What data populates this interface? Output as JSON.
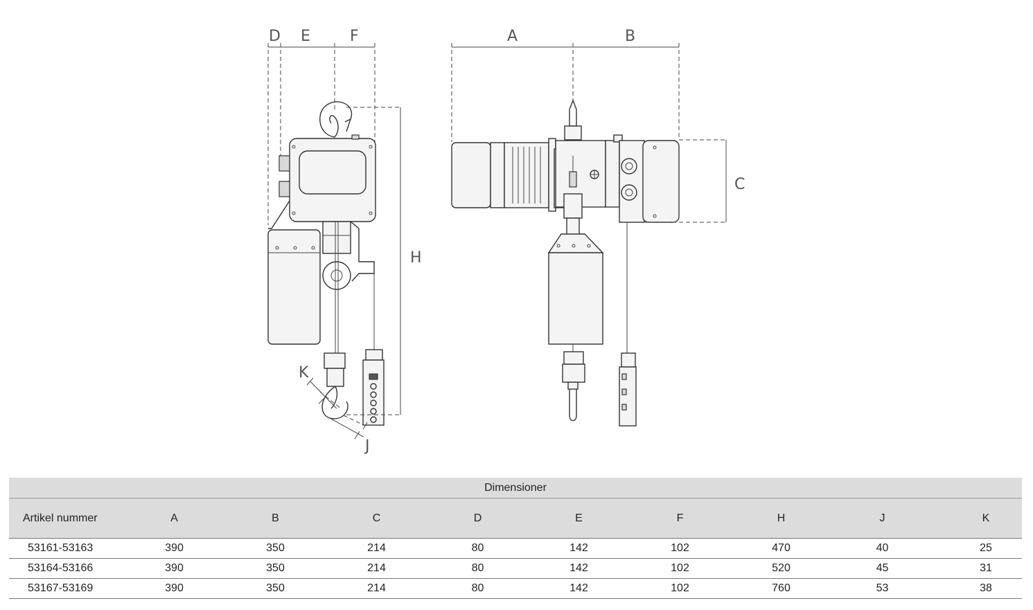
{
  "diagram": {
    "labels": {
      "D": "D",
      "E": "E",
      "F": "F",
      "A": "A",
      "B": "B",
      "C": "C",
      "H": "H",
      "K": "K",
      "J": "J"
    }
  },
  "table": {
    "group_header": "Dimensioner",
    "columns": [
      "Artikel nummer",
      "A",
      "B",
      "C",
      "D",
      "E",
      "F",
      "H",
      "J",
      "K"
    ],
    "rows": [
      [
        "53161-53163",
        "390",
        "350",
        "214",
        "80",
        "142",
        "102",
        "470",
        "40",
        "25"
      ],
      [
        "53164-53166",
        "390",
        "350",
        "214",
        "80",
        "142",
        "102",
        "520",
        "45",
        "31"
      ],
      [
        "53167-53169",
        "390",
        "350",
        "214",
        "80",
        "142",
        "102",
        "760",
        "53",
        "38"
      ]
    ]
  }
}
